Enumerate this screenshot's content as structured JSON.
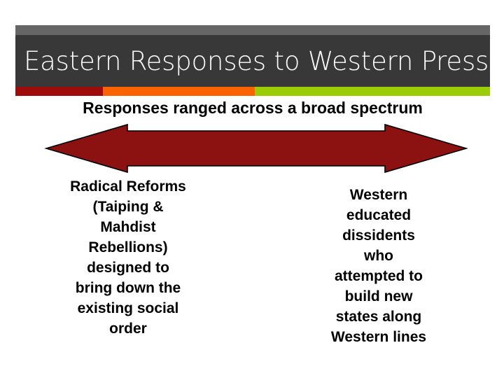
{
  "slide": {
    "title": "Eastern Responses to Western Pressure",
    "subtitle": "Responses ranged across a broad spectrum",
    "accent_band": {
      "red": "#9e0b0b",
      "orange": "#fa6400",
      "green": "#9acd06"
    },
    "banner": {
      "background": "#383838",
      "top_strip": "#666666",
      "title_color": "#ffffff"
    },
    "arrow": {
      "name": "double-headed-arrow",
      "fill": "#8c1111",
      "stroke": "#000000",
      "direction": "both"
    },
    "left_column": {
      "text": "Radical Reforms (Taiping & Mahdist Rebellions) designed to bring down the existing social order",
      "lines": [
        "Radical Reforms",
        "(Taiping &",
        "Mahdist",
        "Rebellions)",
        "designed to",
        "bring down the",
        "existing social",
        "order"
      ]
    },
    "right_column": {
      "text": "Western educated dissidents who attempted to build new states along Western lines",
      "lines": [
        "Western",
        "educated",
        "dissidents",
        "who",
        "attempted to",
        "build new",
        "states along",
        "Western lines"
      ]
    }
  }
}
